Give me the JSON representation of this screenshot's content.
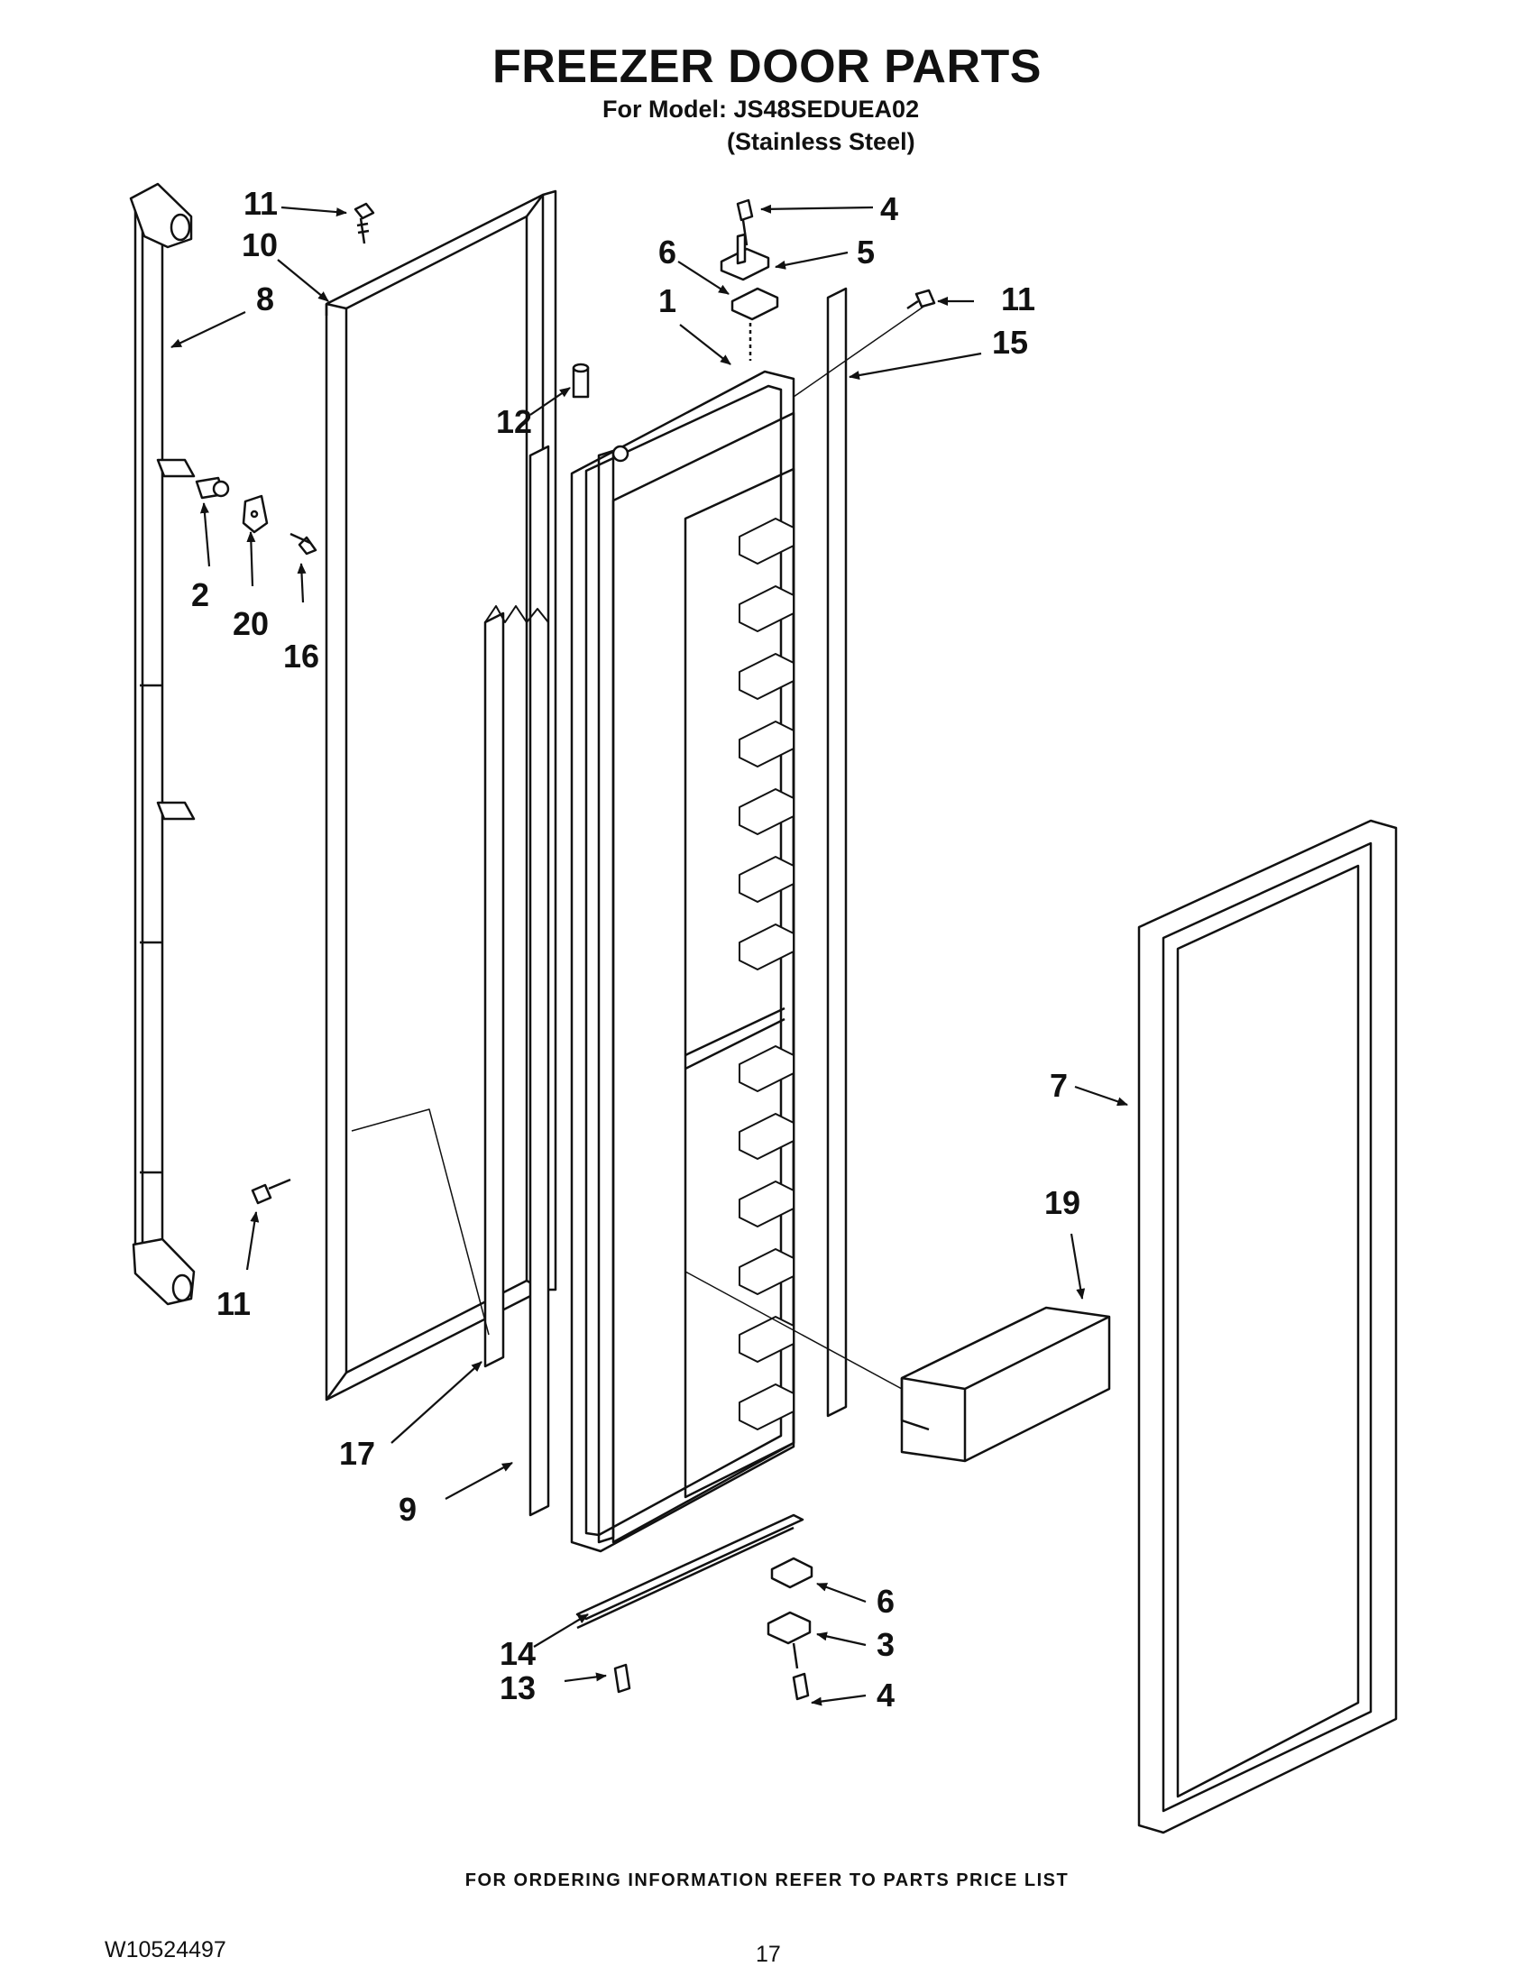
{
  "header": {
    "title": "FREEZER DOOR PARTS",
    "model_line": "For Model: JS48SEDUEA02",
    "finish_line": "(Stainless Steel)"
  },
  "callouts": {
    "c1": "1",
    "c2": "2",
    "c3": "3",
    "c4_top": "4",
    "c4_bottom": "4",
    "c5": "5",
    "c6_top": "6",
    "c6_bottom": "6",
    "c7": "7",
    "c8": "8",
    "c9": "9",
    "c10": "10",
    "c11_top_left": "11",
    "c11_top_right": "11",
    "c11_bottom": "11",
    "c12": "12",
    "c13": "13",
    "c14": "14",
    "c15": "15",
    "c16": "16",
    "c17": "17",
    "c19": "19",
    "c20": "20"
  },
  "footer": {
    "ordering_note": "FOR ORDERING INFORMATION REFER TO PARTS PRICE LIST",
    "doc_number": "W10524497",
    "page_number": "17"
  }
}
